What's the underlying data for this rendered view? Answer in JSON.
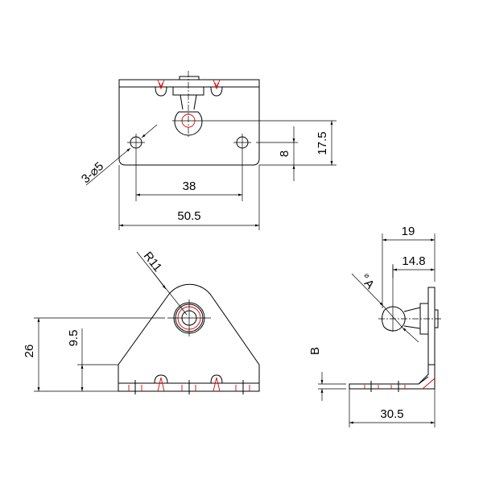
{
  "drawing": {
    "top_view": {
      "hole_callout": "3-⌀5",
      "hole_spacing": "38",
      "overall_width": "50.5",
      "ball_height": "17.5",
      "hole_height": "8"
    },
    "front_view": {
      "radius": "R11",
      "ball_center_height": "26",
      "base_height": "9.5"
    },
    "side_view": {
      "ball_offset": "19",
      "ball_center_offset": "14.8",
      "ball_diameter_symbol": "⌀",
      "ball_diameter": "A",
      "thickness": "B",
      "base_length": "30.5"
    },
    "colors": {
      "line": "#000000",
      "hidden": "#e00000"
    }
  }
}
